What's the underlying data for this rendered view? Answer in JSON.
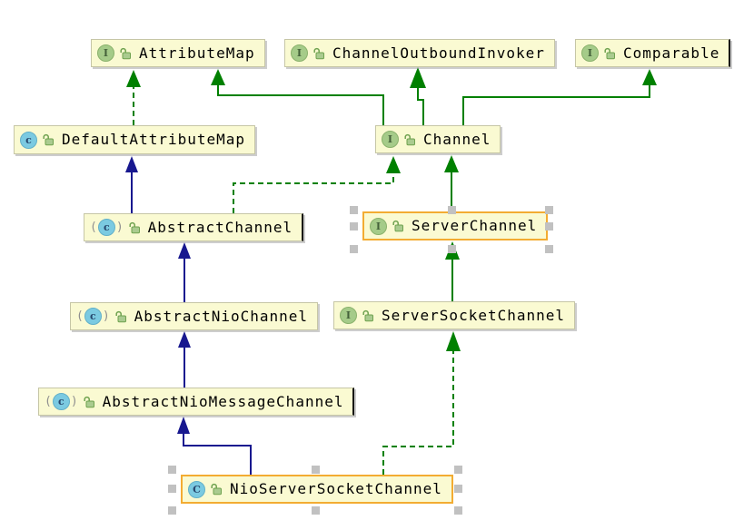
{
  "diagram": {
    "kind": "uml-class-hierarchy",
    "selected_nodes": [
      "ServerChannel",
      "NioServerSocketChannel"
    ],
    "nodes": [
      {
        "id": "attribute-map",
        "label": "AttributeMap",
        "type": "interface",
        "icon_letter": "I",
        "visibility": "public",
        "selected": false
      },
      {
        "id": "channel-outbound-invoker",
        "label": "ChannelOutboundInvoker",
        "type": "interface",
        "icon_letter": "I",
        "visibility": "public",
        "selected": false
      },
      {
        "id": "comparable",
        "label": "Comparable",
        "type": "interface",
        "icon_letter": "I",
        "visibility": "public",
        "selected": false
      },
      {
        "id": "default-attribute-map",
        "label": "DefaultAttributeMap",
        "type": "class",
        "icon_letter": "c",
        "visibility": "public",
        "selected": false
      },
      {
        "id": "channel",
        "label": "Channel",
        "type": "interface",
        "icon_letter": "I",
        "visibility": "public",
        "selected": false
      },
      {
        "id": "abstract-channel",
        "label": "AbstractChannel",
        "type": "abstract-class",
        "icon_letter": "c",
        "visibility": "public",
        "selected": false
      },
      {
        "id": "server-channel",
        "label": "ServerChannel",
        "type": "interface",
        "icon_letter": "I",
        "visibility": "public",
        "selected": true
      },
      {
        "id": "abstract-nio-channel",
        "label": "AbstractNioChannel",
        "type": "abstract-class",
        "icon_letter": "c",
        "visibility": "public",
        "selected": false
      },
      {
        "id": "server-socket-channel",
        "label": "ServerSocketChannel",
        "type": "interface",
        "icon_letter": "I",
        "visibility": "public",
        "selected": false
      },
      {
        "id": "abstract-nio-message-channel",
        "label": "AbstractNioMessageChannel",
        "type": "abstract-class",
        "icon_letter": "c",
        "visibility": "public",
        "selected": false
      },
      {
        "id": "nio-server-socket-channel",
        "label": "NioServerSocketChannel",
        "type": "class",
        "icon_letter": "C",
        "visibility": "public",
        "selected": true
      }
    ],
    "edges": [
      {
        "from": "Channel",
        "to": "AttributeMap",
        "relation": "extends",
        "style": "solid",
        "color": "green"
      },
      {
        "from": "Channel",
        "to": "ChannelOutboundInvoker",
        "relation": "extends",
        "style": "solid",
        "color": "green"
      },
      {
        "from": "Channel",
        "to": "Comparable",
        "relation": "extends",
        "style": "solid",
        "color": "green"
      },
      {
        "from": "ServerChannel",
        "to": "Channel",
        "relation": "extends",
        "style": "solid",
        "color": "green"
      },
      {
        "from": "ServerSocketChannel",
        "to": "ServerChannel",
        "relation": "extends",
        "style": "solid",
        "color": "green"
      },
      {
        "from": "DefaultAttributeMap",
        "to": "AttributeMap",
        "relation": "implements",
        "style": "dashed",
        "color": "green"
      },
      {
        "from": "AbstractChannel",
        "to": "Channel",
        "relation": "implements",
        "style": "dashed",
        "color": "green"
      },
      {
        "from": "NioServerSocketChannel",
        "to": "ServerSocketChannel",
        "relation": "implements",
        "style": "dashed",
        "color": "green"
      },
      {
        "from": "AbstractChannel",
        "to": "DefaultAttributeMap",
        "relation": "extends",
        "style": "solid",
        "color": "blue"
      },
      {
        "from": "AbstractNioChannel",
        "to": "AbstractChannel",
        "relation": "extends",
        "style": "solid",
        "color": "blue"
      },
      {
        "from": "AbstractNioMessageChannel",
        "to": "AbstractNioChannel",
        "relation": "extends",
        "style": "solid",
        "color": "blue"
      },
      {
        "from": "NioServerSocketChannel",
        "to": "AbstractNioMessageChannel",
        "relation": "extends",
        "style": "solid",
        "color": "blue"
      }
    ],
    "colors": {
      "node_background": "#FAFAD2",
      "node_border": "#C6C6A6",
      "selected_border": "#F3AC32",
      "interface_edge_green": "#008000",
      "class_edge_blue": "#18188F",
      "interface_icon_green": "#A5CB89",
      "class_icon_cyan": "#7BCAE1",
      "handle_gray": "#C1C1C1"
    }
  }
}
